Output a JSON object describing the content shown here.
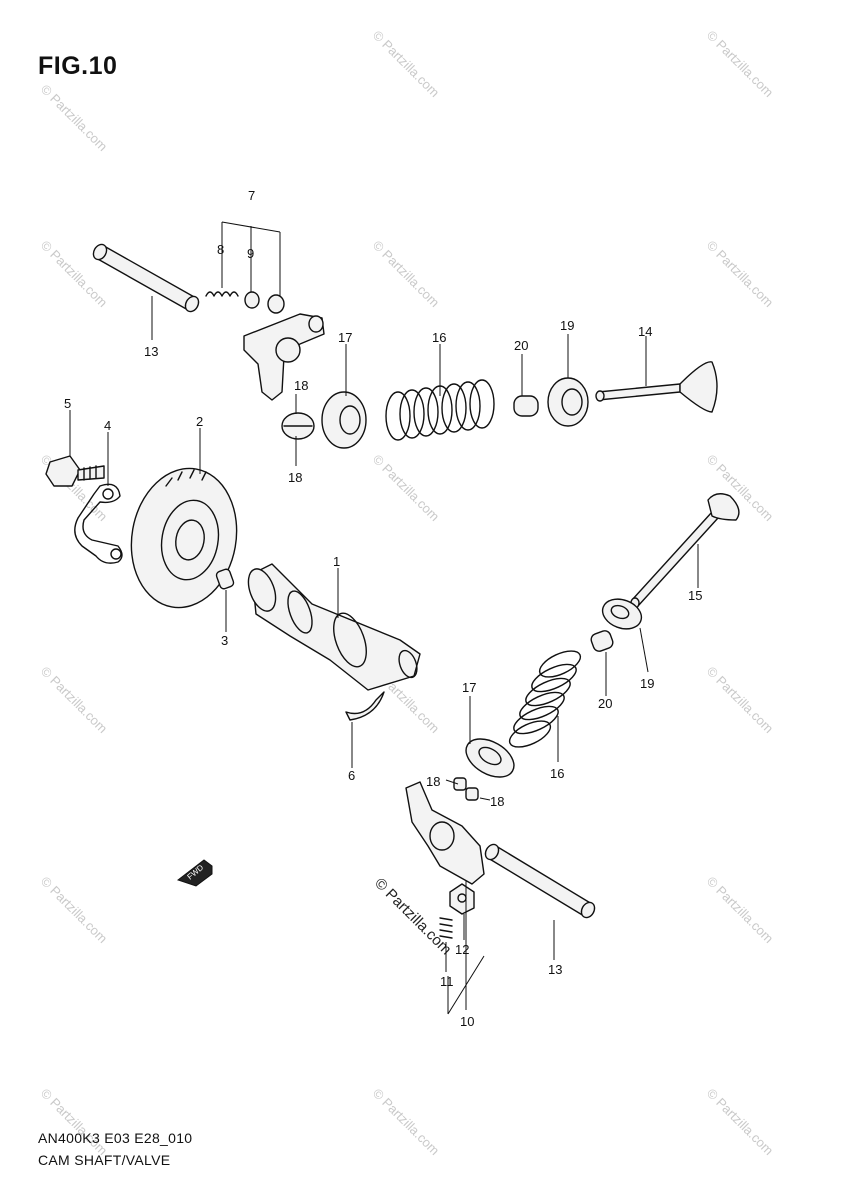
{
  "figure": {
    "title": "FIG.10",
    "model_code": "AN400K3 E03 E28_010",
    "caption": "CAM SHAFT/VALVE"
  },
  "watermark": {
    "text": "© Partzilla.com",
    "center_text": "© Partzilla.com"
  },
  "callouts": {
    "c1": "1",
    "c2": "2",
    "c3": "3",
    "c4": "4",
    "c5": "5",
    "c6": "6",
    "c7": "7",
    "c8": "8",
    "c9": "9",
    "c10": "10",
    "c11": "11",
    "c12": "12",
    "c13a": "13",
    "c13b": "13",
    "c14": "14",
    "c15": "15",
    "c16a": "16",
    "c16b": "16",
    "c17a": "17",
    "c17b": "17",
    "c18a": "18",
    "c18b": "18",
    "c18c": "18",
    "c18d": "18",
    "c19a": "19",
    "c19b": "19",
    "c20a": "20",
    "c20b": "20"
  },
  "fwd_arrow": {
    "label": "FWD",
    "icon": "forward-arrow-icon"
  }
}
